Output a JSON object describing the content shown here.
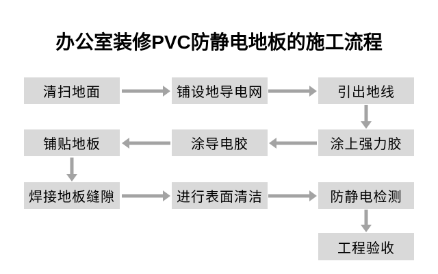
{
  "title": "办公室装修PVC防静电地板的施工流程",
  "colors": {
    "background": "#ffffff",
    "box_fill": "#d9d9d9",
    "arrow": "#a3a3a3",
    "text": "#000000"
  },
  "nodes": [
    {
      "id": "clean-floor",
      "label": "清扫地面"
    },
    {
      "id": "lay-conductive-grid",
      "label": "铺设地导电网"
    },
    {
      "id": "lead-out-ground-wire",
      "label": "引出地线"
    },
    {
      "id": "apply-strong-glue",
      "label": "涂上强力胶"
    },
    {
      "id": "apply-conductive-glue",
      "label": "涂导电胶"
    },
    {
      "id": "lay-floor",
      "label": "铺贴地板"
    },
    {
      "id": "weld-floor-seams",
      "label": "焊接地板缝隙"
    },
    {
      "id": "clean-surface",
      "label": "进行表面清洁"
    },
    {
      "id": "antistatic-test",
      "label": "防静电检测"
    },
    {
      "id": "project-acceptance",
      "label": "工程验收"
    }
  ],
  "edges": [
    {
      "from": "clean-floor",
      "to": "lay-conductive-grid"
    },
    {
      "from": "lay-conductive-grid",
      "to": "lead-out-ground-wire"
    },
    {
      "from": "lead-out-ground-wire",
      "to": "apply-strong-glue"
    },
    {
      "from": "apply-strong-glue",
      "to": "apply-conductive-glue"
    },
    {
      "from": "apply-conductive-glue",
      "to": "lay-floor"
    },
    {
      "from": "lay-floor",
      "to": "weld-floor-seams"
    },
    {
      "from": "weld-floor-seams",
      "to": "clean-surface"
    },
    {
      "from": "clean-surface",
      "to": "antistatic-test"
    },
    {
      "from": "antistatic-test",
      "to": "project-acceptance"
    }
  ]
}
